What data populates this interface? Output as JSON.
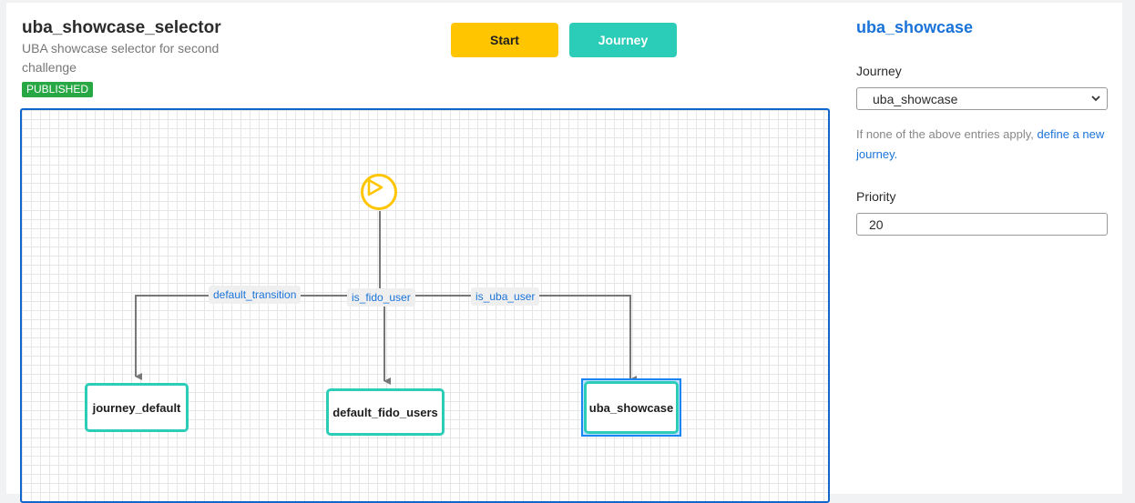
{
  "header": {
    "title": "uba_showcase_selector",
    "description": "UBA showcase selector for second challenge",
    "status_badge": "PUBLISHED"
  },
  "toolbar": {
    "start_label": "Start",
    "journey_label": "Journey"
  },
  "canvas": {
    "edges": {
      "default_transition": "default_transition",
      "is_fido_user": "is_fido_user",
      "is_uba_user": "is_uba_user"
    },
    "nodes": {
      "journey_default": "journey_default",
      "default_fido_users": "default_fido_users",
      "uba_showcase": "uba_showcase"
    }
  },
  "sidebar": {
    "title": "uba_showcase",
    "journey_label": "Journey",
    "journey_value": "uba_showcase",
    "help_text": "If none of the above entries apply,",
    "help_link": "define a new journey.",
    "priority_label": "Priority",
    "priority_value": "20"
  },
  "colors": {
    "accent": "#1a73d9",
    "start": "#ffc600",
    "journey": "#2ccdb8",
    "published": "#28a745"
  }
}
